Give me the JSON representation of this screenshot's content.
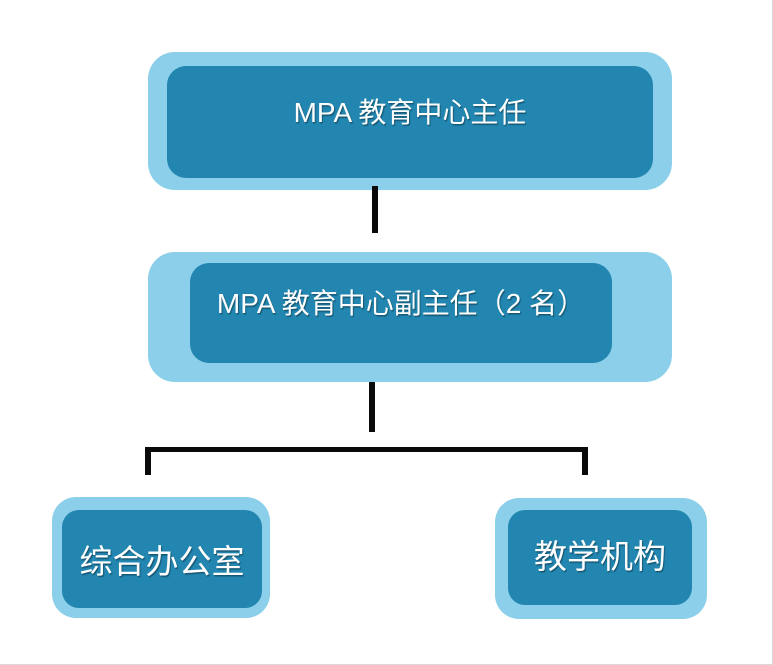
{
  "diagram": {
    "type": "org-chart",
    "nodes": [
      {
        "id": "director",
        "label": "MPA 教育中心主任",
        "level": 1
      },
      {
        "id": "deputy",
        "label": "MPA 教育中心副主任（2 名）",
        "level": 2
      },
      {
        "id": "office",
        "label": "综合办公室",
        "level": 3
      },
      {
        "id": "teaching",
        "label": "教学机构",
        "level": 3
      }
    ],
    "edges": [
      {
        "from": "director",
        "to": "deputy"
      },
      {
        "from": "deputy",
        "to": "office"
      },
      {
        "from": "deputy",
        "to": "teaching"
      }
    ],
    "colors": {
      "node_outer_fill": "#8BCFEA",
      "node_inner_fill": "#2286B0",
      "connector": "#0a0a0a",
      "text": "#ffffff",
      "page_edge": "#d9d9d9",
      "background": "#ffffff"
    }
  }
}
